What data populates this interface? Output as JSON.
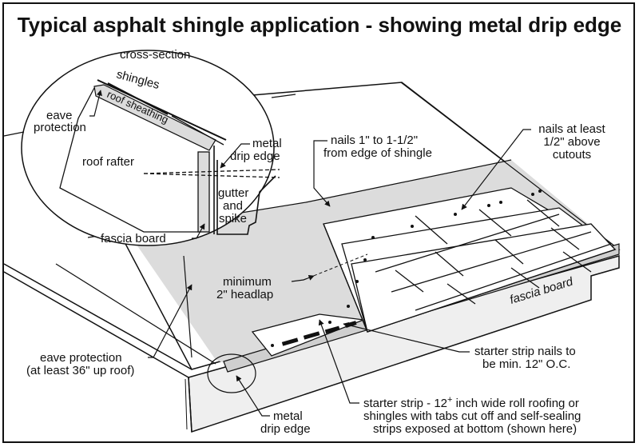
{
  "title": "Typical asphalt shingle application - showing metal drip edge",
  "inset": {
    "heading": "cross-section",
    "labels": {
      "shingles": "shingles",
      "roof_sheathing": "roof sheathing",
      "eave_protection_line1": "eave",
      "eave_protection_line2": "protection",
      "roof_rafter": "roof rafter",
      "metal_drip_edge_line1": "metal",
      "metal_drip_edge_line2": "drip edge",
      "gutter_line1": "gutter",
      "gutter_line2": "and",
      "gutter_line3": "spike",
      "fascia_board": "fascia board"
    }
  },
  "callouts": {
    "nails_edge": {
      "line1": "nails 1\" to 1-1/2\"",
      "line2": "from edge of shingle"
    },
    "nails_above": {
      "line1": "nails at least",
      "line2": "1/2\" above",
      "line3": "cutouts"
    },
    "headlap": {
      "line1": "minimum",
      "line2": "2\" headlap"
    },
    "fascia_board": "fascia board",
    "eave_protection": {
      "line1": "eave protection",
      "line2": "(at least 36\" up roof)"
    },
    "starter_nails": {
      "line1": "starter strip nails to",
      "line2": "be min. 12\" O.C."
    },
    "metal_drip_edge": {
      "line1": "metal",
      "line2": "drip edge"
    },
    "starter_strip": {
      "line1_a": "starter strip - 12",
      "line1_sup": "+",
      "line1_b": " inch wide roll roofing or",
      "line2": "shingles with tabs cut off and self-sealing",
      "line3": "strips exposed at bottom (shown here)"
    }
  },
  "colors": {
    "ink": "#111111",
    "shade": "#dcdcdc",
    "paper": "#ffffff"
  }
}
